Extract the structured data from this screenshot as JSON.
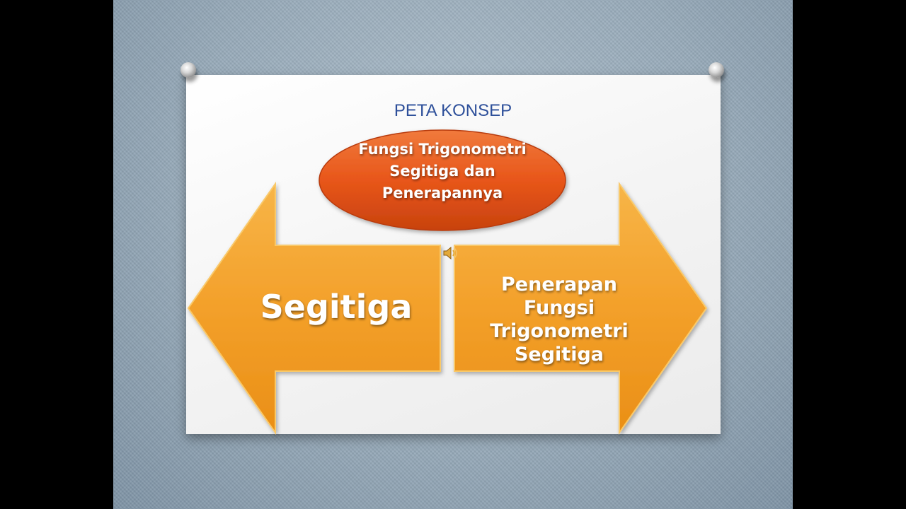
{
  "slide": {
    "title": "PETA KONSEP",
    "center_node": {
      "lines": [
        "Fungsi Trigonometri",
        "Segitiga dan",
        "Penerapannya"
      ]
    },
    "left_arrow": {
      "label": "Segitiga"
    },
    "right_arrow": {
      "lines": [
        "Penerapan Fungsi",
        "Trigonometri",
        "Segitiga"
      ]
    }
  },
  "colors": {
    "title": "#2d4f9a",
    "oval": "#e8561a",
    "arrow": "#f3a02a",
    "card": "#f4f4f4",
    "backdrop": "#98abba"
  },
  "icons": [
    "pushpin-icon",
    "speaker-icon"
  ]
}
